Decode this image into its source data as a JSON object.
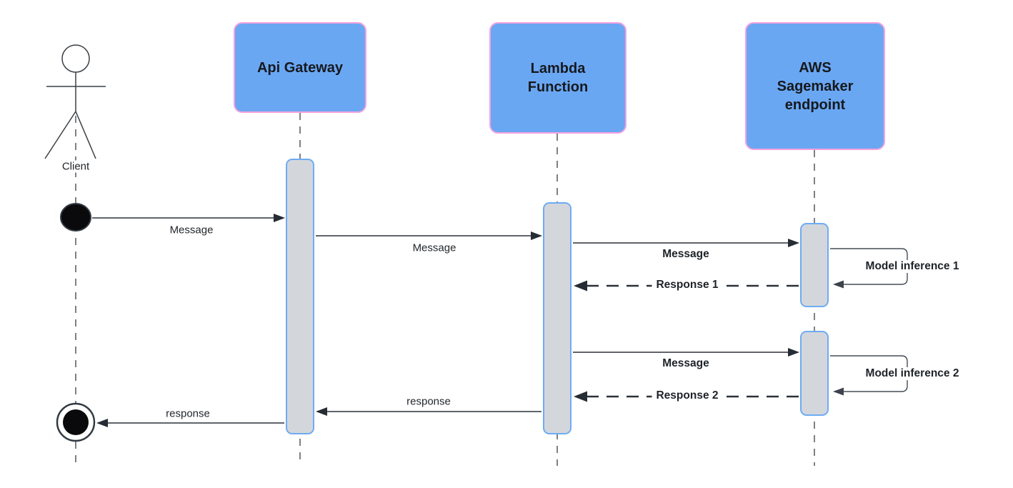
{
  "actor": {
    "label": "Client"
  },
  "participants": [
    {
      "label": "Api Gateway"
    },
    {
      "label": "Lambda Function"
    },
    {
      "label": "AWS Sagemaker endpoint"
    }
  ],
  "messages": [
    {
      "label": "Message",
      "from": "Client",
      "to": "Api Gateway",
      "line": "solid"
    },
    {
      "label": "Message",
      "from": "Api Gateway",
      "to": "Lambda Function",
      "line": "solid"
    },
    {
      "label": "Message",
      "from": "Lambda Function",
      "to": "AWS Sagemaker endpoint",
      "line": "solid"
    },
    {
      "label": "Response 1",
      "from": "AWS Sagemaker endpoint",
      "to": "Lambda Function",
      "line": "dashed"
    },
    {
      "label": "Model inference 1",
      "from": "AWS Sagemaker endpoint",
      "to": "AWS Sagemaker endpoint",
      "line": "self-loop"
    },
    {
      "label": "Message",
      "from": "Lambda Function",
      "to": "AWS Sagemaker endpoint",
      "line": "solid"
    },
    {
      "label": "Response 2",
      "from": "AWS Sagemaker endpoint",
      "to": "Lambda Function",
      "line": "dashed"
    },
    {
      "label": "Model inference 2",
      "from": "AWS Sagemaker endpoint",
      "to": "AWS Sagemaker endpoint",
      "line": "self-loop"
    },
    {
      "label": "response",
      "from": "Lambda Function",
      "to": "Api Gateway",
      "line": "solid"
    },
    {
      "label": "response",
      "from": "Api Gateway",
      "to": "Client",
      "line": "solid"
    }
  ],
  "colors": {
    "participant_fill": "#6AA7F3",
    "participant_border": "#F5A2DE",
    "activation_fill": "#D3D7DC",
    "activation_border": "#6FABF4",
    "line": "#2B3138",
    "text": "#16191D",
    "background": "#FFFFFF"
  }
}
